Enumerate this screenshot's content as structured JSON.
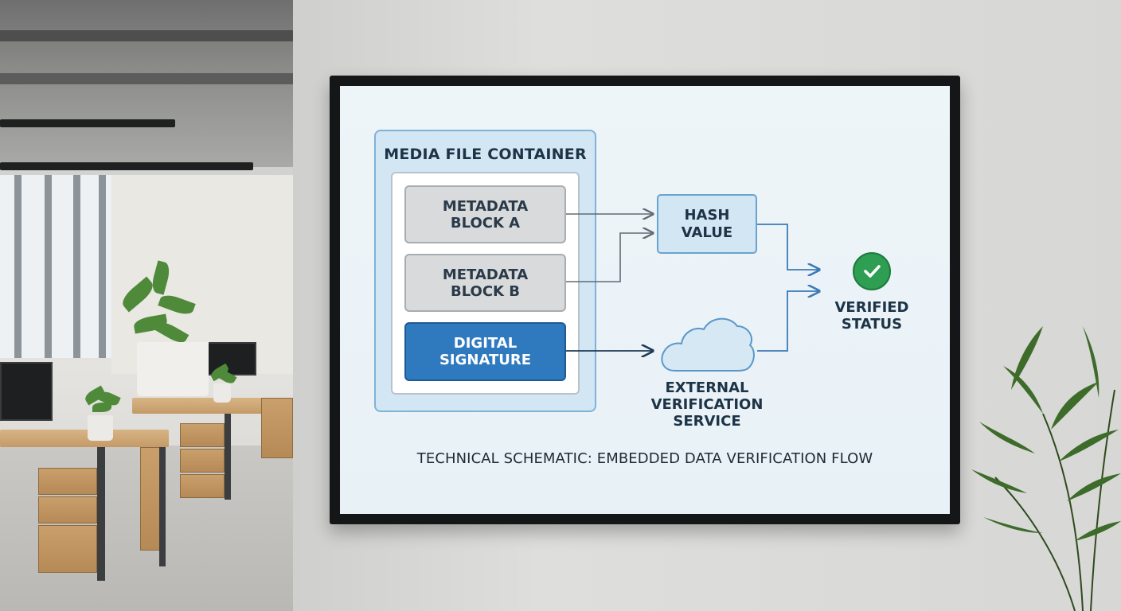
{
  "diagram": {
    "container": {
      "title": "MEDIA FILE CONTAINER"
    },
    "blocks": {
      "metadata_a": "METADATA\nBLOCK A",
      "metadata_b": "METADATA\nBLOCK B",
      "digital_signature": "DIGITAL\nSIGNATURE"
    },
    "hash_value": "HASH\nVALUE",
    "external_service": "EXTERNAL\nVERIFICATION\nSERVICE",
    "verified_status": "VERIFIED\nSTATUS",
    "caption": "TECHNICAL SCHEMATIC: EMBEDDED DATA VERIFICATION FLOW"
  },
  "colors": {
    "container_fill": "#d3e6f3",
    "signature_fill": "#2f7abf",
    "verified_green": "#2e9e52",
    "arrow_gray": "#5f6b74",
    "arrow_navy": "#1e3a55",
    "arrow_blue": "#3a7ab6"
  },
  "icons": [
    "cloud-icon",
    "checkmark-icon"
  ]
}
